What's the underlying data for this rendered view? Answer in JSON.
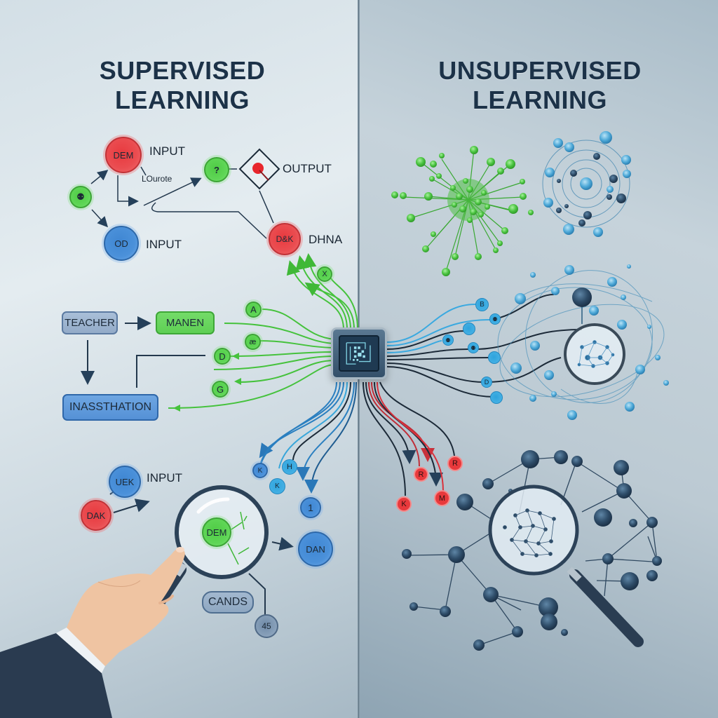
{
  "left_panel": {
    "title_line1": "SUPERVISED",
    "title_line2": "LEARNING",
    "top_diagram": {
      "node_dem": "DEM",
      "label_input_1": "INPUT",
      "label_lourote": "LOurote",
      "node_small_green": "⚉",
      "node_od": "OD",
      "label_input_2": "INPUT",
      "node_question": "?",
      "label_output": "OUTPUT",
      "node_dak": "D&K",
      "label_dhna": "DHNA"
    },
    "flow": {
      "teacher": "TEACHER",
      "manen": "MANEN",
      "inasstration": "INASSTHATION",
      "green_nodes": [
        "A",
        "æ",
        "D",
        "G",
        "X"
      ]
    },
    "bottom": {
      "node_uek": "UEK",
      "label_input_3": "INPUT",
      "node_dak2": "DAK",
      "magnified_node": "DEM",
      "node_dan": "DAN",
      "cands": "CANDS",
      "node_45": "45",
      "blue_nodes": [
        "K",
        "H",
        "K",
        "1"
      ]
    }
  },
  "right_panel": {
    "title_line1": "UNSUPERVISED",
    "title_line2": "LEARNING",
    "blue_nodes": [
      "B",
      "⚉",
      "⚉",
      "⚉",
      "D"
    ],
    "red_nodes": [
      "R",
      "R",
      "M",
      "K"
    ]
  },
  "colors": {
    "title": "#1c3248",
    "green": "#5ad04f",
    "red": "#e8393c",
    "blue": "#4b91da",
    "cyan": "#3aa9e0",
    "navy": "#2c4a64",
    "divider": "#5d7282"
  }
}
